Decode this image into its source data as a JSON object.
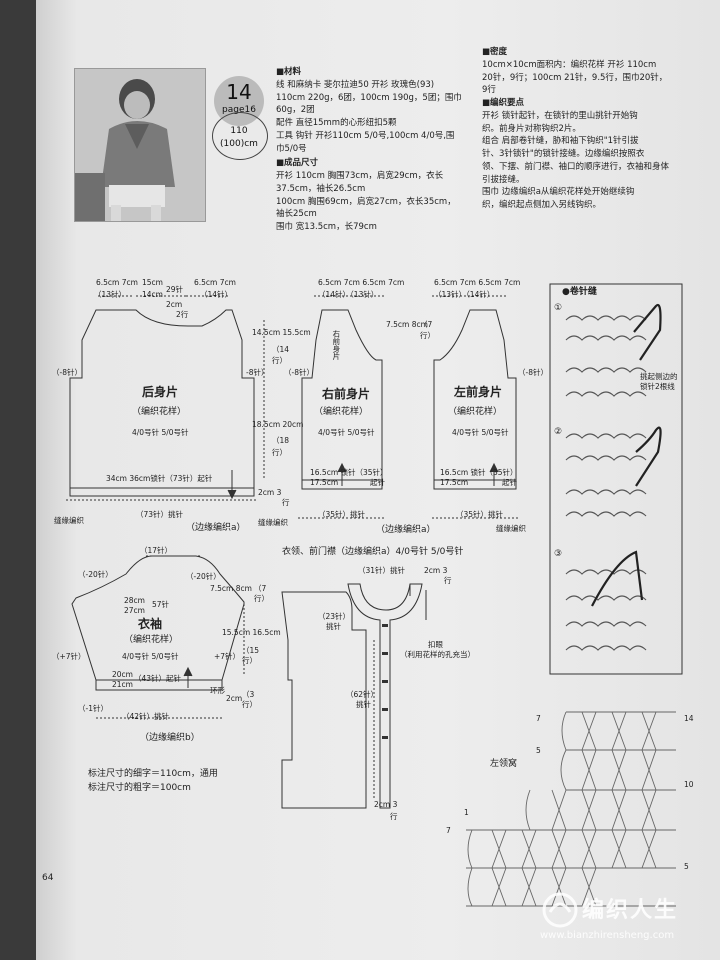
{
  "pattern": {
    "number": "14",
    "page_ref": "page16",
    "sizes_line1": "110",
    "sizes_line2": "(100)cm"
  },
  "materials": {
    "heading": "■材料",
    "lines": [
      "线 和麻纳卡 斐尔拉迪50 开衫 玫瑰色(93)",
      "110cm 220g，6团，100cm 190g，5团；围巾",
      "60g，2团",
      "配件 直径15mm的心形纽扣5颗",
      "工具 钩针 开衫110cm 5/0号,100cm 4/0号,围",
      "巾5/0号"
    ]
  },
  "finished_size": {
    "heading": "■成品尺寸",
    "lines": [
      "开衫 110cm 胸围73cm，肩宽29cm，衣长",
      "37.5cm，袖长26.5cm",
      "100cm 胸围69cm，肩宽27cm，衣长35cm，",
      "袖长25cm",
      "围巾 宽13.5cm，长79cm"
    ]
  },
  "gauge": {
    "heading": "■密度",
    "lines": [
      "10cm×10cm面积内：编织花样 开衫 110cm",
      "20针，9行；100cm 21针，9.5行，围巾20针，",
      "9行"
    ]
  },
  "key_points": {
    "heading": "■编织要点",
    "lines": [
      "开衫 锁针起针，在锁针的里山挑针开始钩",
      "织。前身片对称钩织2片。",
      "组合 肩部卷针缝，胁和袖下钩织\"1针引拔",
      "针、3针锁针\"的锁针接缝。边缘编织按照衣",
      "领、下摆、前门襟、袖口的顺序进行，衣袖和身体",
      "引拔接缝。",
      "围巾 边缘编织a从编织花样处开始继续钩",
      "织，编织起点侧加入另线钩织。"
    ]
  },
  "back": {
    "title": "后身片",
    "pattern": "（编织花样）",
    "needles": "4/0号针  5/0号针",
    "top_dims": [
      "6.5cm 7cm",
      "15cm",
      "29针",
      "6.5cm 7cm"
    ],
    "top_dims2": [
      "（13针）",
      "14cm",
      "（14针）"
    ],
    "neck": [
      "2cm",
      "2行"
    ],
    "side": "（-8针）",
    "side_r": "-8针）",
    "chain": "34cm 36cm锁针（73针）起针",
    "pick": "（73针）挑针",
    "border": "（边缘编织a）",
    "border_l": "缝缘编织",
    "border_r": "缝缘编织"
  },
  "center_dims": {
    "a1": "14.5cm 15.5cm",
    "a2": "（14",
    "a3": "行）",
    "b1": "18.5cm 20cm",
    "b2": "（18",
    "b3": "行）",
    "c": "2cm 3",
    "c2": "行"
  },
  "right_front": {
    "title": "右前身片",
    "pattern": "（编织花样）",
    "needles": "4/0号针  5/0号针",
    "top": [
      "6.5cm 7cm 6.5cm 7cm",
      "（14针）（13针）"
    ],
    "neck_note": "右前身片",
    "side": "（-8针）",
    "chain": [
      "16.5cm 锁针（35针）",
      "17.5cm",
      "起针"
    ],
    "pick": "（35针）挑针",
    "rows": [
      "7.5cm 8cm",
      "（7",
      "行）"
    ]
  },
  "left_front": {
    "title": "左前身片",
    "pattern": "（编织花样）",
    "needles": "4/0号针  5/0号针",
    "top": [
      "6.5cm 7cm 6.5cm 7cm",
      "（13针）（14针）"
    ],
    "chain": [
      "16.5cm 锁针（35针）",
      "17.5cm",
      "起针"
    ],
    "pick": "（35针）挑针",
    "border_r": "缝缘编织",
    "side": "（-8针）"
  },
  "front_border": "（边缘编织a）",
  "sleeve": {
    "title": "衣袖",
    "pattern": "（编织花样）",
    "needles": "4/0号针  5/0号针",
    "top": "（17针）",
    "cap_l": "（-20针）",
    "cap_r": "（-20针）",
    "cap_rows": [
      "7.5cm 8cm",
      "（7",
      "行）"
    ],
    "width": [
      "28cm",
      "27cm",
      "57针"
    ],
    "height": [
      "15.5cm 16.5cm",
      "（15",
      "行）"
    ],
    "inc_l": "（+7针）",
    "inc_r": "+7针）",
    "chain": [
      "20cm",
      "21cm",
      "（43针）起针"
    ],
    "ring": "环形",
    "edge": [
      "2cm",
      "（3",
      "行）"
    ],
    "dec": "（-1针）",
    "pick": "（42针）挑针",
    "border": "（边缘编织b）"
  },
  "collar": {
    "heading": "衣领、前门襟（边缘编织a）4/0号针  5/0号针",
    "top": "（31针）挑针",
    "top_rows": [
      "2cm 3",
      "行"
    ],
    "side": [
      "（23针）",
      "挑针"
    ],
    "buttonhole": [
      "扣眼",
      "（利用花样的孔充当）"
    ],
    "band": [
      "（62针）",
      "挑针"
    ],
    "bottom": [
      "2cm 3",
      "行"
    ]
  },
  "notes": [
    "标注尺寸的细字＝110cm，通用",
    "标注尺寸的粗字＝100cm"
  ],
  "whip": {
    "heading": "●卷针缝",
    "steps": [
      "①",
      "②",
      "③"
    ],
    "note1": [
      "挑起侧边的",
      "锁针2根线"
    ]
  },
  "chart": {
    "title": "左领窝",
    "row_labels_l": [
      "7",
      "5",
      "1",
      "7"
    ],
    "row_labels_r": [
      "14",
      "10",
      "5"
    ]
  },
  "page_number": "64",
  "watermark": {
    "brand": "编织人生",
    "url": "www.bianzhirensheng.com"
  }
}
